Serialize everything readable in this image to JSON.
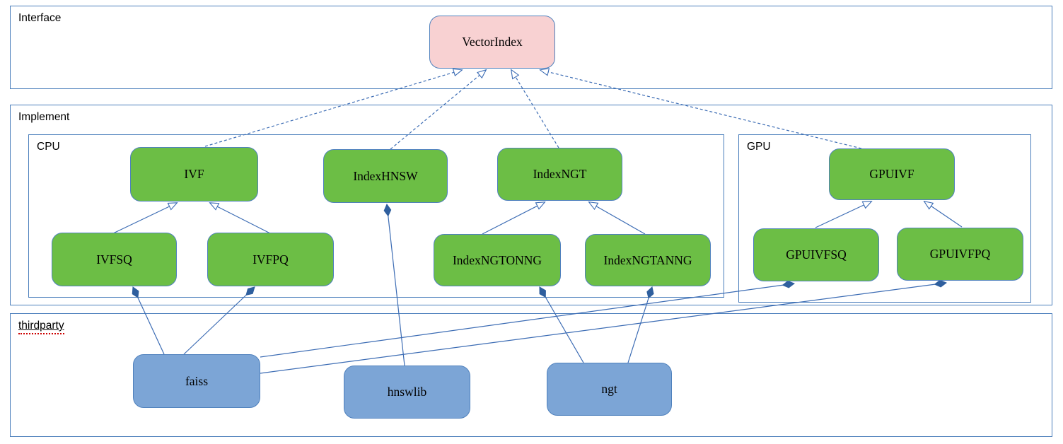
{
  "containers": {
    "interface": {
      "label": "Interface"
    },
    "implement": {
      "label": "Implement"
    },
    "cpu": {
      "label": "CPU"
    },
    "gpu": {
      "label": "GPU"
    },
    "thirdparty": {
      "label": "thirdparty"
    }
  },
  "nodes": {
    "vectorindex": {
      "label": "VectorIndex",
      "kind": "interface"
    },
    "ivf": {
      "label": "IVF",
      "kind": "cpu-class"
    },
    "indexhnsw": {
      "label": "IndexHNSW",
      "kind": "cpu-class"
    },
    "indexngt": {
      "label": "IndexNGT",
      "kind": "cpu-class"
    },
    "ivfsq": {
      "label": "IVFSQ",
      "kind": "cpu-class"
    },
    "ivfpq": {
      "label": "IVFPQ",
      "kind": "cpu-class"
    },
    "indexngtonng": {
      "label": "IndexNGTONNG",
      "kind": "cpu-class"
    },
    "indexngtanng": {
      "label": "IndexNGTANNG",
      "kind": "cpu-class"
    },
    "gpuivf": {
      "label": "GPUIVF",
      "kind": "gpu-class"
    },
    "gpuivfsq": {
      "label": "GPUIVFSQ",
      "kind": "gpu-class"
    },
    "gpuivfpq": {
      "label": "GPUIVFPQ",
      "kind": "gpu-class"
    },
    "faiss": {
      "label": "faiss",
      "kind": "thirdparty-lib"
    },
    "hnswlib": {
      "label": "hnswlib",
      "kind": "thirdparty-lib"
    },
    "ngt": {
      "label": "ngt",
      "kind": "thirdparty-lib"
    }
  },
  "edges": [
    {
      "from": "IVF",
      "to": "VectorIndex",
      "type": "realization-dashed-hollow-arrow"
    },
    {
      "from": "IndexHNSW",
      "to": "VectorIndex",
      "type": "realization-dashed-hollow-arrow"
    },
    {
      "from": "IndexNGT",
      "to": "VectorIndex",
      "type": "realization-dashed-hollow-arrow"
    },
    {
      "from": "GPUIVF",
      "to": "VectorIndex",
      "type": "realization-dashed-hollow-arrow"
    },
    {
      "from": "IVFSQ",
      "to": "IVF",
      "type": "inheritance-hollow-arrow"
    },
    {
      "from": "IVFPQ",
      "to": "IVF",
      "type": "inheritance-hollow-arrow"
    },
    {
      "from": "IndexNGTONNG",
      "to": "IndexNGT",
      "type": "inheritance-hollow-arrow"
    },
    {
      "from": "IndexNGTANNG",
      "to": "IndexNGT",
      "type": "inheritance-hollow-arrow"
    },
    {
      "from": "GPUIVFSQ",
      "to": "GPUIVF",
      "type": "inheritance-hollow-arrow"
    },
    {
      "from": "GPUIVFPQ",
      "to": "GPUIVF",
      "type": "inheritance-hollow-arrow"
    },
    {
      "from": "faiss",
      "to": "IVFSQ",
      "type": "composition-filled-diamond"
    },
    {
      "from": "faiss",
      "to": "IVFPQ",
      "type": "composition-filled-diamond"
    },
    {
      "from": "faiss",
      "to": "GPUIVFSQ",
      "type": "composition-filled-diamond"
    },
    {
      "from": "faiss",
      "to": "GPUIVFPQ",
      "type": "composition-filled-diamond"
    },
    {
      "from": "hnswlib",
      "to": "IndexHNSW",
      "type": "composition-filled-diamond"
    },
    {
      "from": "ngt",
      "to": "IndexNGTONNG",
      "type": "composition-filled-diamond"
    },
    {
      "from": "ngt",
      "to": "IndexNGTANNG",
      "type": "composition-filled-diamond"
    }
  ],
  "colors": {
    "class_green": "#6cbe45",
    "thirdparty_blue": "#7ca5d6",
    "interface_pink": "#f8d1d2",
    "container_border": "#4a7ebb",
    "connector_blue": "#3c6cb4",
    "squiggle_red": "#cc0000",
    "text": "#000000"
  }
}
